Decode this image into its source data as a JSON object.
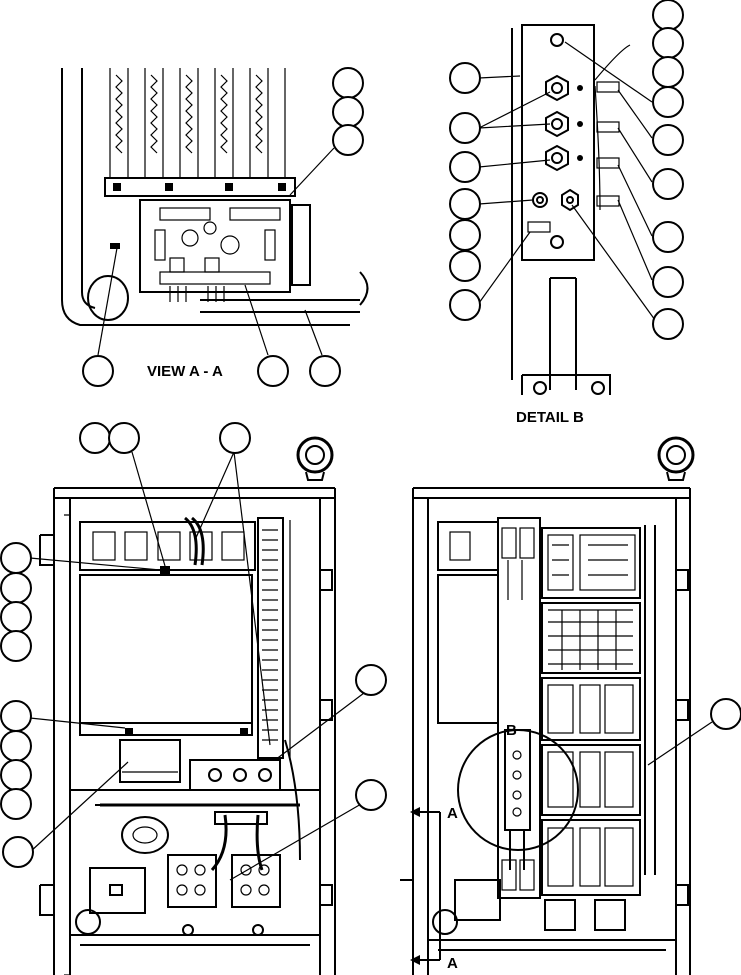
{
  "labels": {
    "view_aa": "VIEW A - A",
    "detail_b": "DETAIL B",
    "section_mark_upper": "A",
    "section_mark_lower": "A",
    "detail_mark": "B"
  },
  "colors": {
    "ink": "#000000",
    "paper": "#ffffff"
  }
}
